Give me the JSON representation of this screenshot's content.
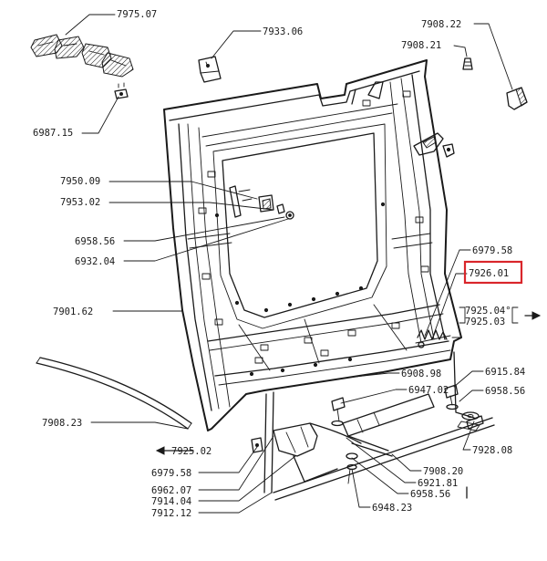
{
  "labels": {
    "p7975_07": "7975.07",
    "p7933_06": "7933.06",
    "p7908_22": "7908.22",
    "p7908_21": "7908.21",
    "p6987_15": "6987.15",
    "p7950_09": "7950.09",
    "p7953_02": "7953.02",
    "p6958_56a": "6958.56",
    "p6932_04": "6932.04",
    "p6979_58a": "6979.58",
    "p7926_01": "7926.01",
    "p7925_04": "7925.04°",
    "p7925_03": "7925.03",
    "p7901_62": "7901.62",
    "p6908_98": "6908.98",
    "p6915_84": "6915.84",
    "p6947_02": "6947.02",
    "p6958_56b": "6958.56",
    "p7908_23": "7908.23",
    "p7925_02": "7925.02",
    "p7928_08": "7928.08",
    "p6979_58b": "6979.58",
    "p7908_20": "7908.20",
    "p6962_07": "6962.07",
    "p6921_81": "6921.81",
    "p7914_04": "7914.04",
    "p6958_56c": "6958.56",
    "p7912_12": "7912.12",
    "p6948_23": "6948.23"
  },
  "colors": {
    "ink": "#1a1a1a",
    "highlight": "#d9262b",
    "background": "#ffffff"
  },
  "highlighted_part": "7926.01"
}
